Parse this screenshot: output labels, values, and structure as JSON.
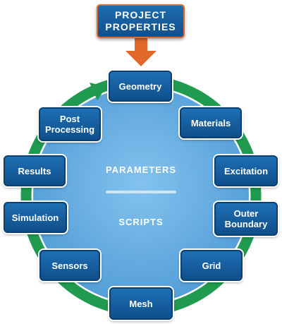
{
  "header": {
    "title": "PROJECT\nPROPERTIES"
  },
  "center": {
    "top_label": "PARAMETERS",
    "bottom_label": "SCRIPTS"
  },
  "nodes": [
    {
      "key": "geometry",
      "label": "Geometry"
    },
    {
      "key": "materials",
      "label": "Materials"
    },
    {
      "key": "excitation",
      "label": "Excitation"
    },
    {
      "key": "outer_boundary",
      "label": "Outer\nBoundary"
    },
    {
      "key": "grid",
      "label": "Grid"
    },
    {
      "key": "mesh",
      "label": "Mesh"
    },
    {
      "key": "sensors",
      "label": "Sensors"
    },
    {
      "key": "simulation",
      "label": "Simulation"
    },
    {
      "key": "results",
      "label": "Results"
    },
    {
      "key": "post_processing",
      "label": "Post\nProcessing"
    }
  ],
  "colors": {
    "node_fill": "#1560a3",
    "ring": "#1f9a4e",
    "inner_disk": "#6fb3e6",
    "arrow": "#e0692a",
    "header_border": "#e06a2b"
  }
}
